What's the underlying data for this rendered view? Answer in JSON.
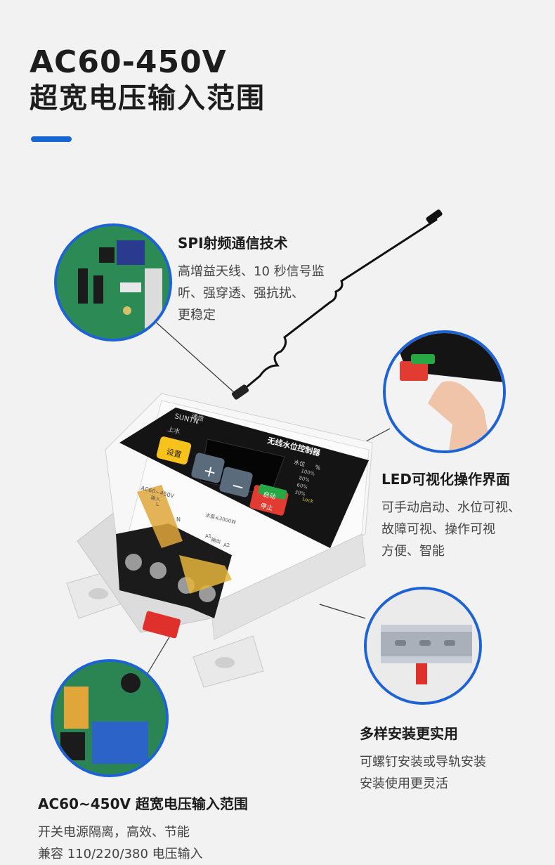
{
  "headline": {
    "line1": "AC60-450V",
    "line2": "超宽电压输入范围"
  },
  "colors": {
    "accent": "#1666d4",
    "circle_border": "#1d62d6",
    "background": "#f2f2f2"
  },
  "features": [
    {
      "title": "SPI射频通信技术",
      "lines": [
        "高增益天线、10 秒信号监",
        "听、强穿透、强抗扰、",
        "更稳定"
      ]
    },
    {
      "title": "LED可视化操作界面",
      "lines": [
        "可手动启动、水位可视、",
        "故障可视、操作可视",
        "方便、智能"
      ]
    },
    {
      "title": "多样安装更实用",
      "lines": [
        "可螺钉安装或导轨安装",
        "安装使用更灵活"
      ]
    },
    {
      "title": "AC60~450V 超宽电压输入范围",
      "lines": [
        "开关电源隔离，高效、节能",
        "兼容 110/220/380 电压输入"
      ]
    }
  ],
  "device": {
    "brand": "SUNTN",
    "product_label": "无线水位控制器",
    "comm_label": "通信",
    "water_label": "上水",
    "set_button": "设置",
    "plus": "+",
    "minus": "−",
    "start_stop_top": "启动",
    "start_stop_bottom": "停止",
    "level_header": "水位",
    "level_unit": "%",
    "levels": [
      "100%",
      "80%",
      "60%",
      "30%"
    ],
    "lock_label": "Lock",
    "input_label": "AC60~450V",
    "input_sub": "输入",
    "output_label": "水泵≤3000W",
    "output_sub": "输出",
    "terminals": [
      "L",
      "N",
      "A1",
      "A2"
    ]
  },
  "icons": [
    "antenna-icon",
    "finger-press-icon",
    "din-rail-icon",
    "pcb-board-icon",
    "relay-board-icon"
  ]
}
